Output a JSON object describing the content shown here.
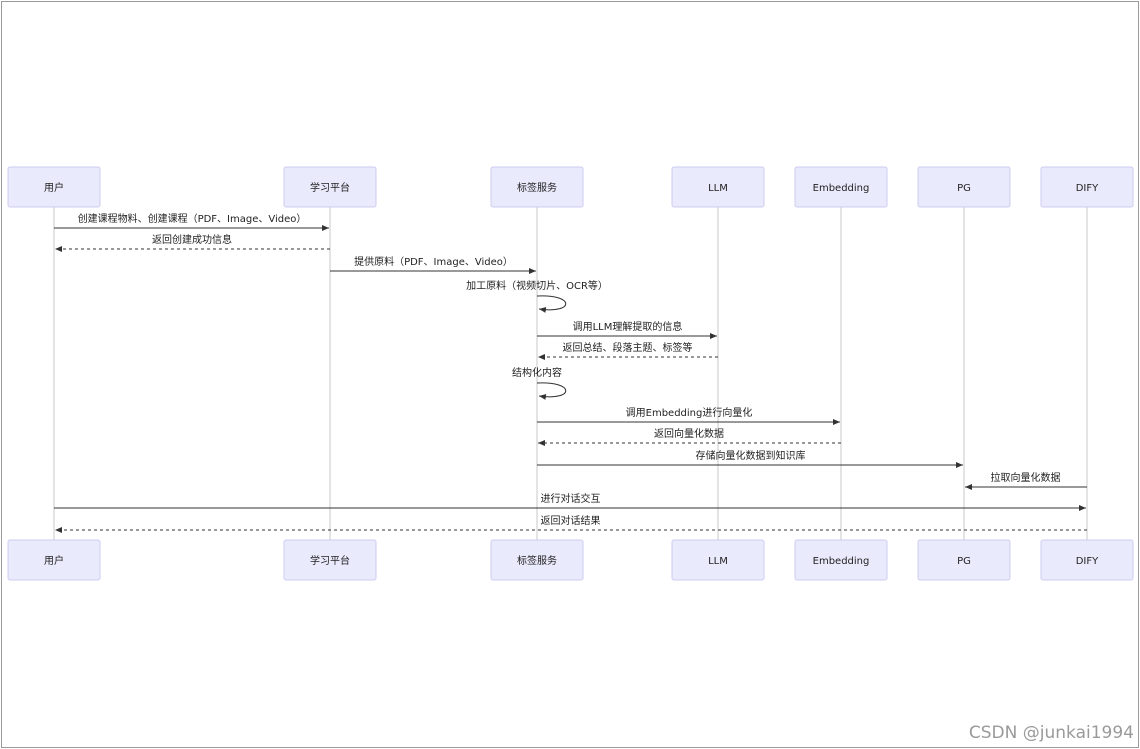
{
  "diagram": {
    "actors": [
      "用户",
      "学习平台",
      "标签服务",
      "LLM",
      "Embedding",
      "PG",
      "DIFY"
    ],
    "messages": [
      {
        "from": 0,
        "to": 1,
        "label": "创建课程物料、创建课程（PDF、Image、Video）",
        "style": "solid"
      },
      {
        "from": 1,
        "to": 0,
        "label": "返回创建成功信息",
        "style": "dashed"
      },
      {
        "from": 1,
        "to": 2,
        "label": "提供原料（PDF、Image、Video）",
        "style": "solid"
      },
      {
        "from": 2,
        "to": 2,
        "label": "加工原料（视频切片、OCR等）",
        "style": "self"
      },
      {
        "from": 2,
        "to": 3,
        "label": "调用LLM理解提取的信息",
        "style": "solid"
      },
      {
        "from": 3,
        "to": 2,
        "label": "返回总结、段落主题、标签等",
        "style": "dashed"
      },
      {
        "from": 2,
        "to": 2,
        "label": "结构化内容",
        "style": "self"
      },
      {
        "from": 2,
        "to": 4,
        "label": "调用Embedding进行向量化",
        "style": "solid"
      },
      {
        "from": 4,
        "to": 2,
        "label": "返回向量化数据",
        "style": "dashed"
      },
      {
        "from": 2,
        "to": 5,
        "label": "存储向量化数据到知识库",
        "style": "solid"
      },
      {
        "from": 6,
        "to": 5,
        "label": "拉取向量化数据",
        "style": "solid"
      },
      {
        "from": 0,
        "to": 6,
        "label": "进行对话交互",
        "style": "solid"
      },
      {
        "from": 6,
        "to": 0,
        "label": "返回对话结果",
        "style": "dashed"
      }
    ]
  },
  "watermark": "CSDN @junkai1994"
}
